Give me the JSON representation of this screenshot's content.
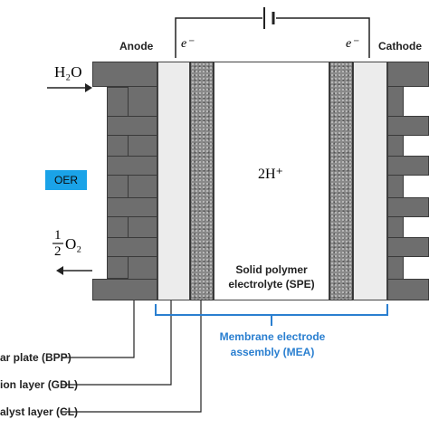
{
  "labels": {
    "anode": "Anode",
    "cathode": "Cathode",
    "electron_left": "e⁻",
    "electron_right": "e⁻",
    "water": "H₂O",
    "half": "1",
    "half_den": "2",
    "oxygen": "O₂",
    "oer": "OER",
    "proton": "2H⁺",
    "spe_line1": "Solid polymer",
    "spe_line2": "electrolyte (SPE)",
    "bpp": "ar plate (BPP)",
    "gdl": "ion layer (GDL)",
    "cl": "alyst layer (CL)",
    "mea_line1": "Membrane electrode",
    "mea_line2": "assembly (MEA)"
  },
  "colors": {
    "bpp": "#6e6e6e",
    "mea_accent": "#2a7fd0",
    "oer_box": "#1aa3e8"
  }
}
